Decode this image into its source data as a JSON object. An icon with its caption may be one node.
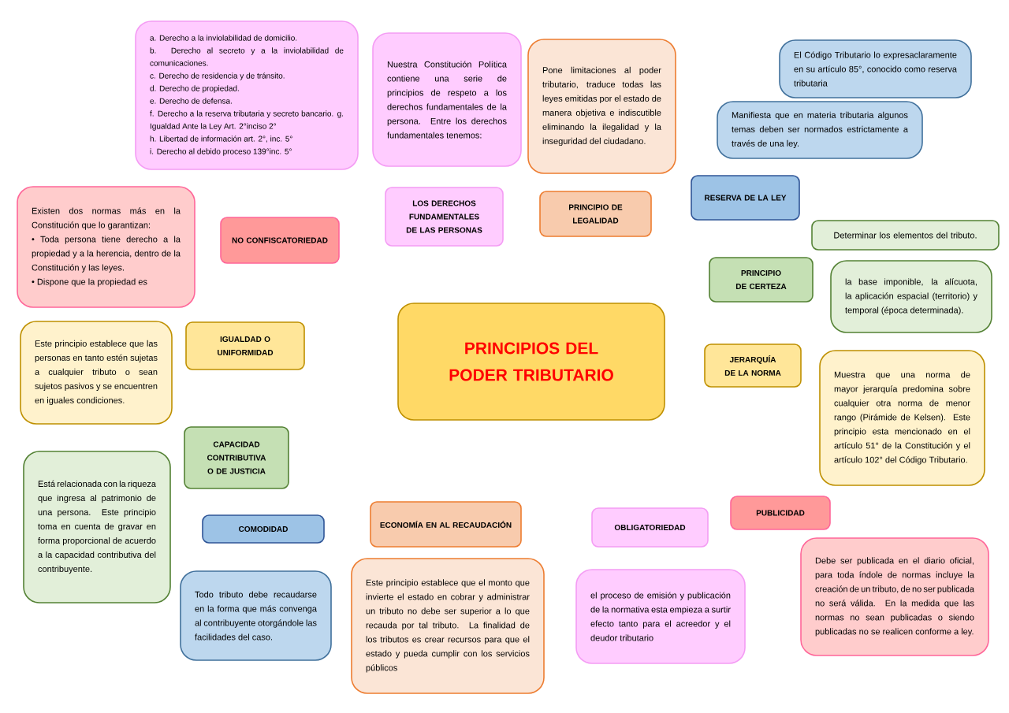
{
  "diagram": {
    "nodes": [
      {
        "text": [
          "a. Derecho a la inviolabilidad de domicilio.",
          "b. Derecho al secreto y a la inviolabilidad de comunicaciones.",
          "c. Derecho de residencia y de tránsito.",
          "d. Derecho de propiedad.",
          "e. Derecho de defensa.",
          "f. Derecho a la reserva tributaria y secreto bancario. g. Igualdad Ante la Ley Art. 2°inciso 2°",
          "h. Libertad de información art. 2°, inc. 5°",
          "i. Derecho al debido proceso 139°inc. 5°"
        ]
      },
      {
        "text": [
          "Nuestra Constitución Política contiene una serie de principios de respeto a los derechos fundamentales de la persona. Entre los derechos fundamentales tenemos:"
        ]
      },
      {
        "text": [
          "Pone limitaciones al poder tributario, traduce todas las leyes emitidas por el estado de manera objetiva e indiscutible eliminando la ilegalidad y la inseguridad del ciudadano."
        ]
      },
      {
        "text": [
          "El Código Tributario lo expresaclaramente en su artículo 85°, conocido como reserva tributaria"
        ]
      },
      {
        "text": [
          "Manifiesta que en materia tributaria algunos temas deben ser normados estrictamente a través de una ley."
        ]
      },
      {
        "text": [
          "RESERVA DE LA LEY"
        ]
      },
      {
        "text": [
          "Existen dos normas más en la Constitución que lo garantizan:",
          "• Toda persona tiene derecho a la propiedad y a la herencia, dentro de la Constitución y las leyes.",
          "• Dispone que la propiedad es"
        ]
      },
      {
        "text": [
          "LOS DERECHOS FUNDAMENTALES DE LAS PERSONAS"
        ]
      },
      {
        "text": [
          "PRINCIPIO DE LEGALIDAD"
        ]
      },
      {
        "text": [
          "NO CONFISCATORIEDAD"
        ]
      },
      {
        "text": [
          "Determinar los elementos del tributo."
        ]
      },
      {
        "text": [
          "PRINCIPIO DE CERTEZA"
        ]
      },
      {
        "text": [
          "la base imponible, la alícuota, la aplicación espacial (territorio) y temporal (época determinada)."
        ]
      },
      {
        "text": [
          "PRINCIPIOS DEL PODER TRIBUTARIO"
        ]
      },
      {
        "text": [
          "Este principio establece que las personas en tanto estén sujetas a cualquier tributo o sean sujetos pasivos y se encuentren en iguales condiciones."
        ]
      },
      {
        "text": [
          "IGUALDAD O UNIFORMIDAD"
        ]
      },
      {
        "text": [
          "JERARQUÍA DE LA NORMA"
        ]
      },
      {
        "text": [
          "Muestra que una norma de mayor jerarquía predomina sobre cualquier otra norma de menor rango (Pirámide de Kelsen). Este principio esta mencionado en el artículo 51° de la Constitución y el artículo 102° del Código Tributario."
        ]
      },
      {
        "text": [
          "CAPACIDAD CONTRIBUTIVA O DE JUSTICIA"
        ]
      },
      {
        "text": [
          "Está relacionada con la riqueza que ingresa al patrimonio de una persona. Este principio toma en cuenta de gravar en forma proporcional de acuerdo a la capacidad contributiva del contribuyente."
        ]
      },
      {
        "text": [
          "PUBLICIDAD"
        ]
      },
      {
        "text": [
          "ECONOMÍA EN AL RECAUDACIÓN"
        ]
      },
      {
        "text": [
          "OBLIGATORIEDAD"
        ]
      },
      {
        "text": [
          "COMODIDAD"
        ]
      },
      {
        "text": [
          "Debe ser publicada en el diario oficial, para toda índole de normas incluye la creación de un tributo, de no ser publicada no será válida. En la medida que las normas no sean publicadas o siendo publicadas no se realicen conforme a ley."
        ]
      },
      {
        "text": [
          "Este principio establece que el monto que invierte el estado en cobrar y administrar un tributo no debe ser superior a lo que recauda por tal tributo. La finalidad de los tributos es crear recursos para que el estado y pueda cumplir con los servicios públicos"
        ]
      },
      {
        "text": [
          "el proceso de emisión y publicación de la normativa esta empieza a surtir efecto tanto para el acreedor y el deudor tributario"
        ]
      },
      {
        "text": [
          "Todo tributo debe recaudarse en la forma que más convenga al contribuyente otorgándole las facilidades del caso."
        ]
      }
    ]
  }
}
